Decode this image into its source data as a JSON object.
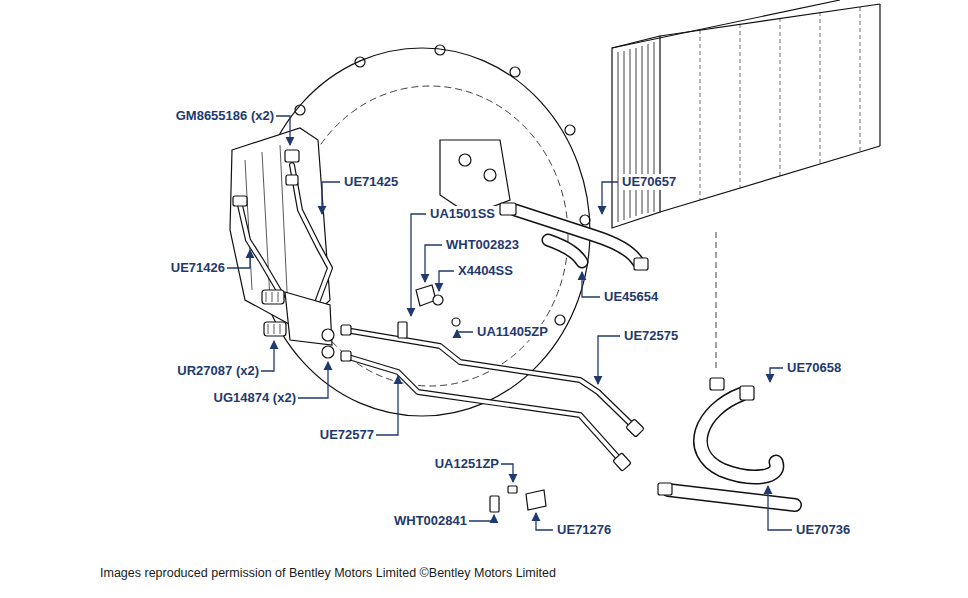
{
  "diagram": {
    "caption": "Images reproduced permission of Bentley Motors Limited ©Bentley Motors Limited",
    "labels": [
      "GM8655186 (x2)",
      "UE71425",
      "UE70657",
      "UA1501SS",
      "WHT002823",
      "UE71426",
      "X4404SS",
      "UE45654",
      "UA11405ZP",
      "UE72575",
      "UR27087 (x2)",
      "UE70658",
      "UG14874 (x2)",
      "UE72577",
      "UA1251ZP",
      "WHT002841",
      "UE71276",
      "UE70736"
    ]
  }
}
